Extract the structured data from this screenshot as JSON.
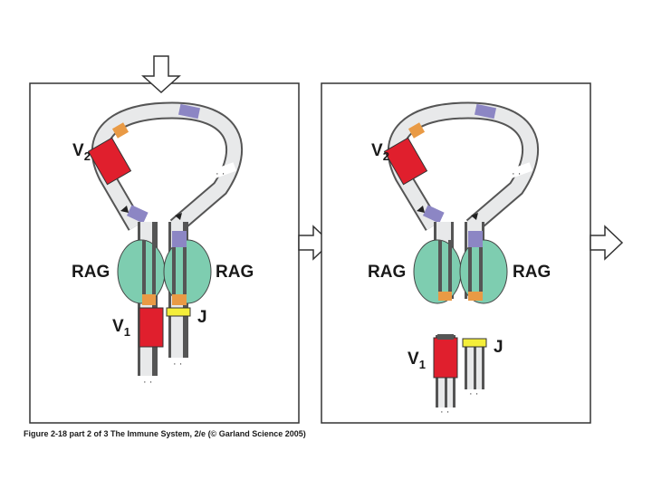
{
  "caption": "Figure 2-18 part 2 of 3  The Immune System, 2/e (© Garland Science 2005)",
  "panel_left": {
    "v2": {
      "main": "V",
      "sub": "2"
    },
    "v1": {
      "main": "V",
      "sub": "1"
    },
    "j": "J",
    "rag_left": "RAG",
    "rag_right": "RAG"
  },
  "panel_right": {
    "v2": {
      "main": "V",
      "sub": "2"
    },
    "v1": {
      "main": "V",
      "sub": "1"
    },
    "j": "J",
    "rag_left": "RAG",
    "rag_right": "RAG"
  },
  "colors": {
    "dna_fill": "#e8e9ea",
    "dna_stroke": "#555555",
    "v_segment": "#e01f2d",
    "j_segment": "#f4ee3a",
    "rss_purple": "#8c86c4",
    "rss_orange": "#e99a45",
    "rag": "#7ecdb0",
    "rag_stroke": "#444444",
    "frame": "#333333"
  }
}
